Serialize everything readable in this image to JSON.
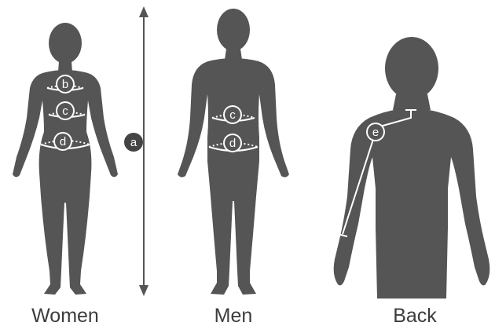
{
  "figures": [
    {
      "id": "women",
      "caption": "Women"
    },
    {
      "id": "men",
      "caption": "Men"
    },
    {
      "id": "back",
      "caption": "Back"
    }
  ],
  "measurements": {
    "a": "a",
    "b": "b",
    "c": "c",
    "d": "d",
    "e": "e"
  },
  "colors": {
    "silhouette": "#555555",
    "tape": "#ffffff",
    "caption_text": "#3c3c3c",
    "background": "#ffffff"
  }
}
